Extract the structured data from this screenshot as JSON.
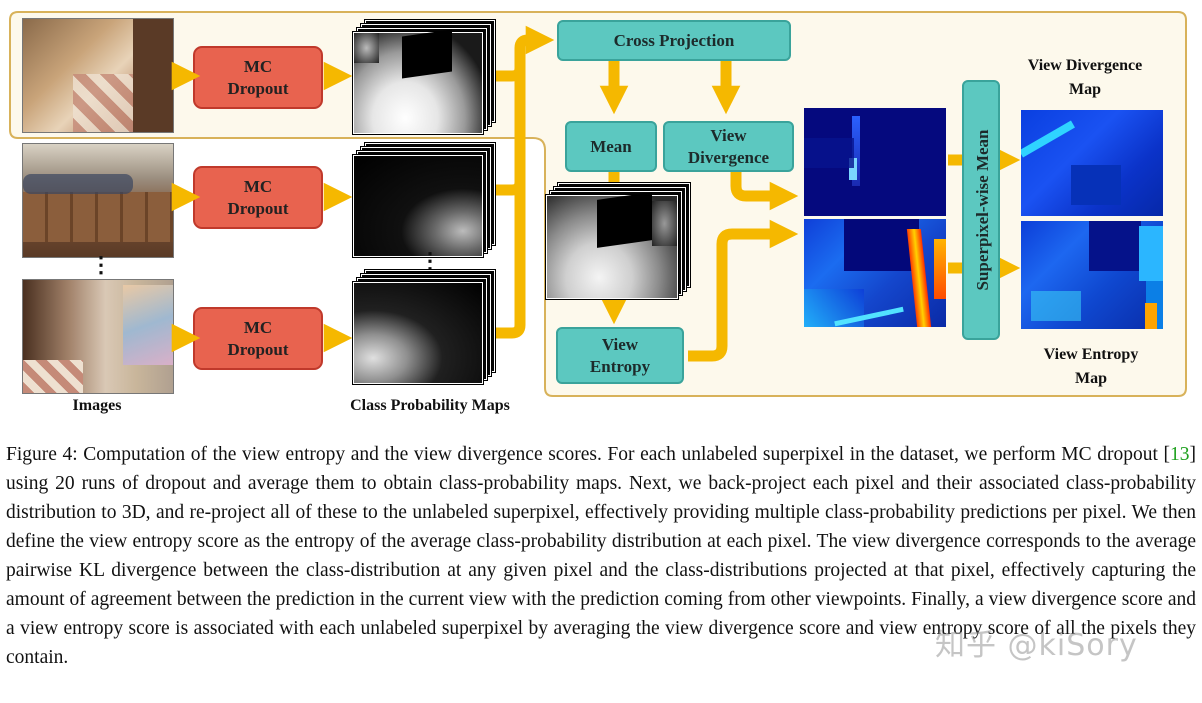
{
  "figure": {
    "mc_dropout_label": [
      "MC",
      "Dropout"
    ],
    "cross_projection": "Cross Projection",
    "mean": "Mean",
    "view_divergence_box": [
      "View",
      "Divergence"
    ],
    "view_entropy_box": [
      "View",
      "Entropy"
    ],
    "superpixel_mean": "Superpixel-wise Mean",
    "view_divergence_map": [
      "View Divergence",
      "Map"
    ],
    "view_entropy_map": [
      "View Entropy",
      "Map"
    ],
    "images_label": "Images",
    "class_prob_label": "Class Probability Maps",
    "vdots": "⋮",
    "colors": {
      "arrow": "#f5b800",
      "panel_border": "#d8b25a",
      "panel_fill": "#fdf9ec",
      "mc_fill": "#e8634f",
      "teal_fill": "#5cc8c0"
    }
  },
  "caption": {
    "part1": "Figure 4: Computation of the view entropy and the view divergence scores. For each unlabeled superpixel in the dataset, we perform MC dropout [",
    "cite": "13",
    "part2": "] using 20 runs of dropout and average them to obtain class-probability maps. Next, we back-project each pixel and their associated class-probability distribution to 3D, and re-project all of these to the unlabeled superpixel, effectively providing multiple class-probability predictions per pixel. We then define the view entropy score as the entropy of the average class-probability distribution at each pixel. The view divergence corresponds to the average pairwise KL divergence between the class-distribution at any given pixel and the class-distributions projected at that pixel, effectively capturing the amount of agreement between the prediction in the current view with the prediction coming from other viewpoints. Finally, a view divergence score and a view entropy score is associated with each unlabeled superpixel by averaging the view divergence score and view entropy score of all the pixels they contain."
  },
  "watermark": "知乎 @kiSory"
}
